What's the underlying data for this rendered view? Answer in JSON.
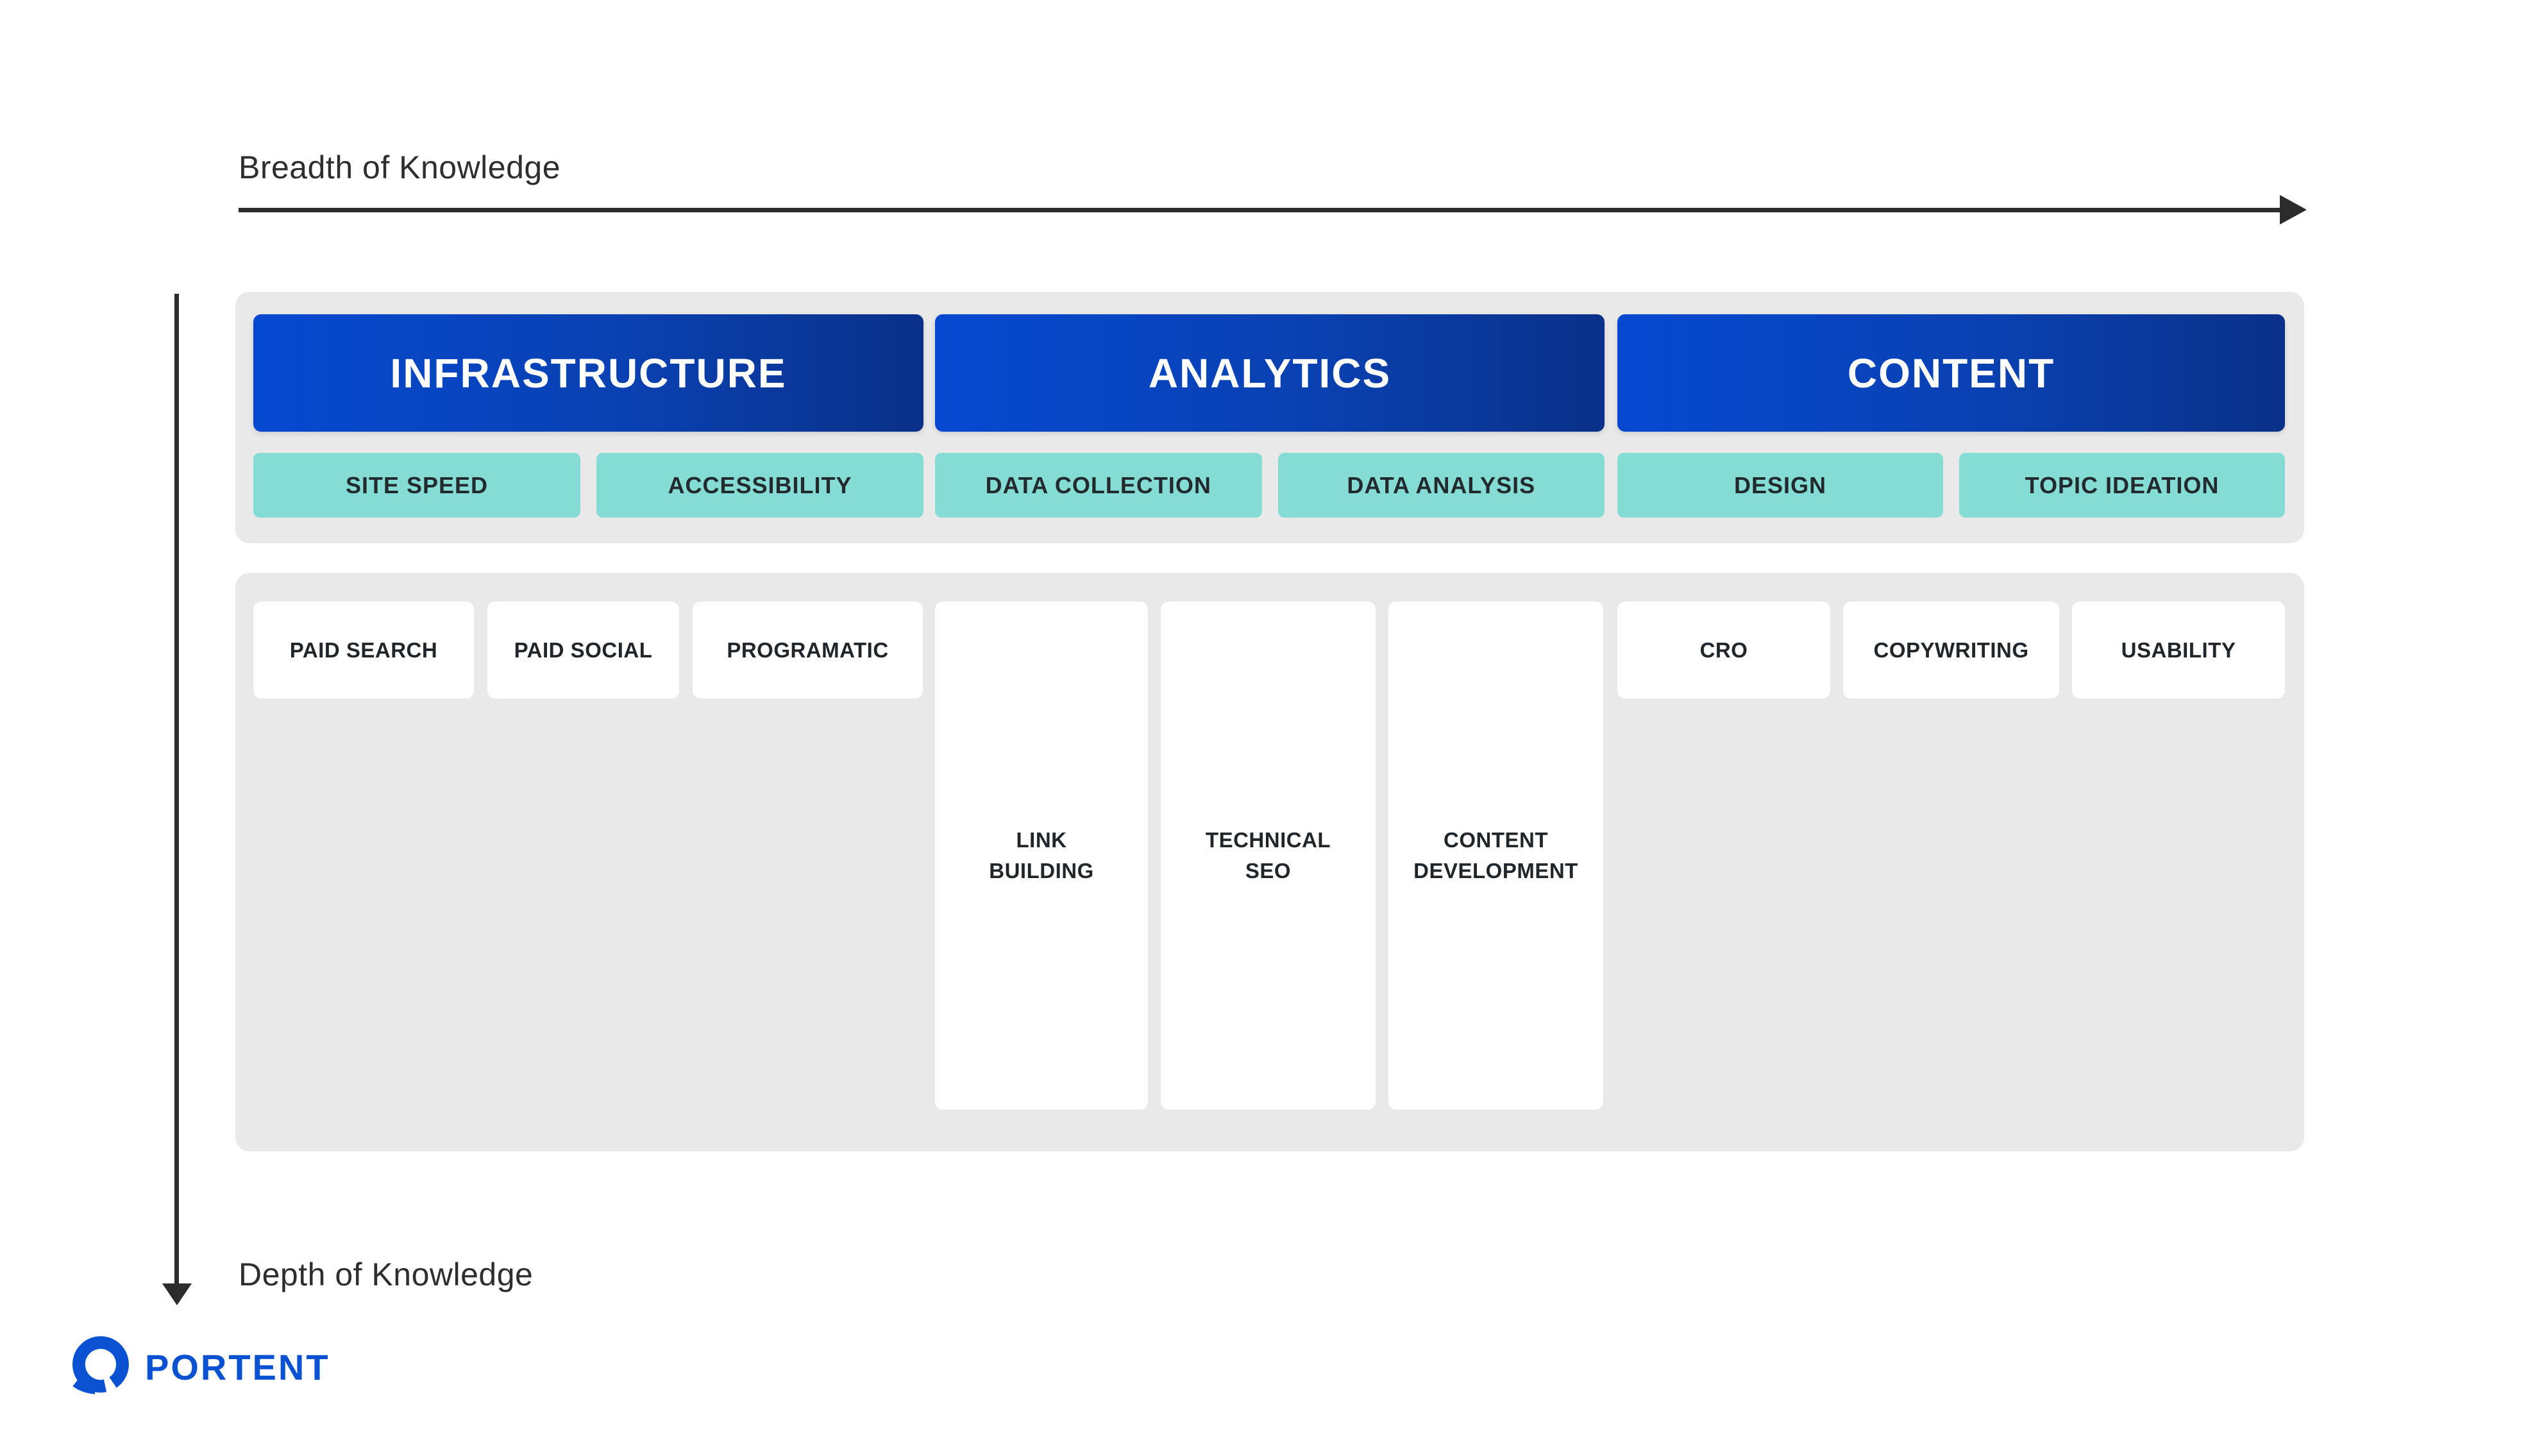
{
  "page": {
    "breadth_axis_label": "Breadth of Knowledge",
    "depth_axis_label": "Depth of Knowledge"
  },
  "sections": [
    {
      "title": "INFRASTRUCTURE",
      "subskills": [
        "SITE SPEED",
        "ACCESSIBILITY"
      ]
    },
    {
      "title": "ANALYTICS",
      "subskills": [
        "DATA COLLECTION",
        "DATA ANALYSIS"
      ]
    },
    {
      "title": "CONTENT",
      "subskills": [
        "DESIGN",
        "TOPIC IDEATION"
      ]
    }
  ],
  "skills": {
    "shallow_left": [
      "PAID SEARCH",
      "PAID SOCIAL",
      "PROGRAMATIC"
    ],
    "deep_middle": [
      "LINK\nBUILDING",
      "TECHNICAL\nSEO",
      "CONTENT\nDEVELOPMENT"
    ],
    "shallow_right": [
      "CRO",
      "COPYWRITING",
      "USABILITY"
    ]
  },
  "logo": {
    "name": "PORTENT"
  },
  "colors": {
    "header_gradient_start": "#0649d1",
    "header_gradient_end": "#0a3189",
    "subskill_teal": "#85dcd4",
    "panel_gray": "#e9e9e9",
    "skill_box_white": "#ffffff",
    "dark_text": "#20262a",
    "axis_dark": "#2c2c2c",
    "logo_blue": "#0b52d3"
  }
}
